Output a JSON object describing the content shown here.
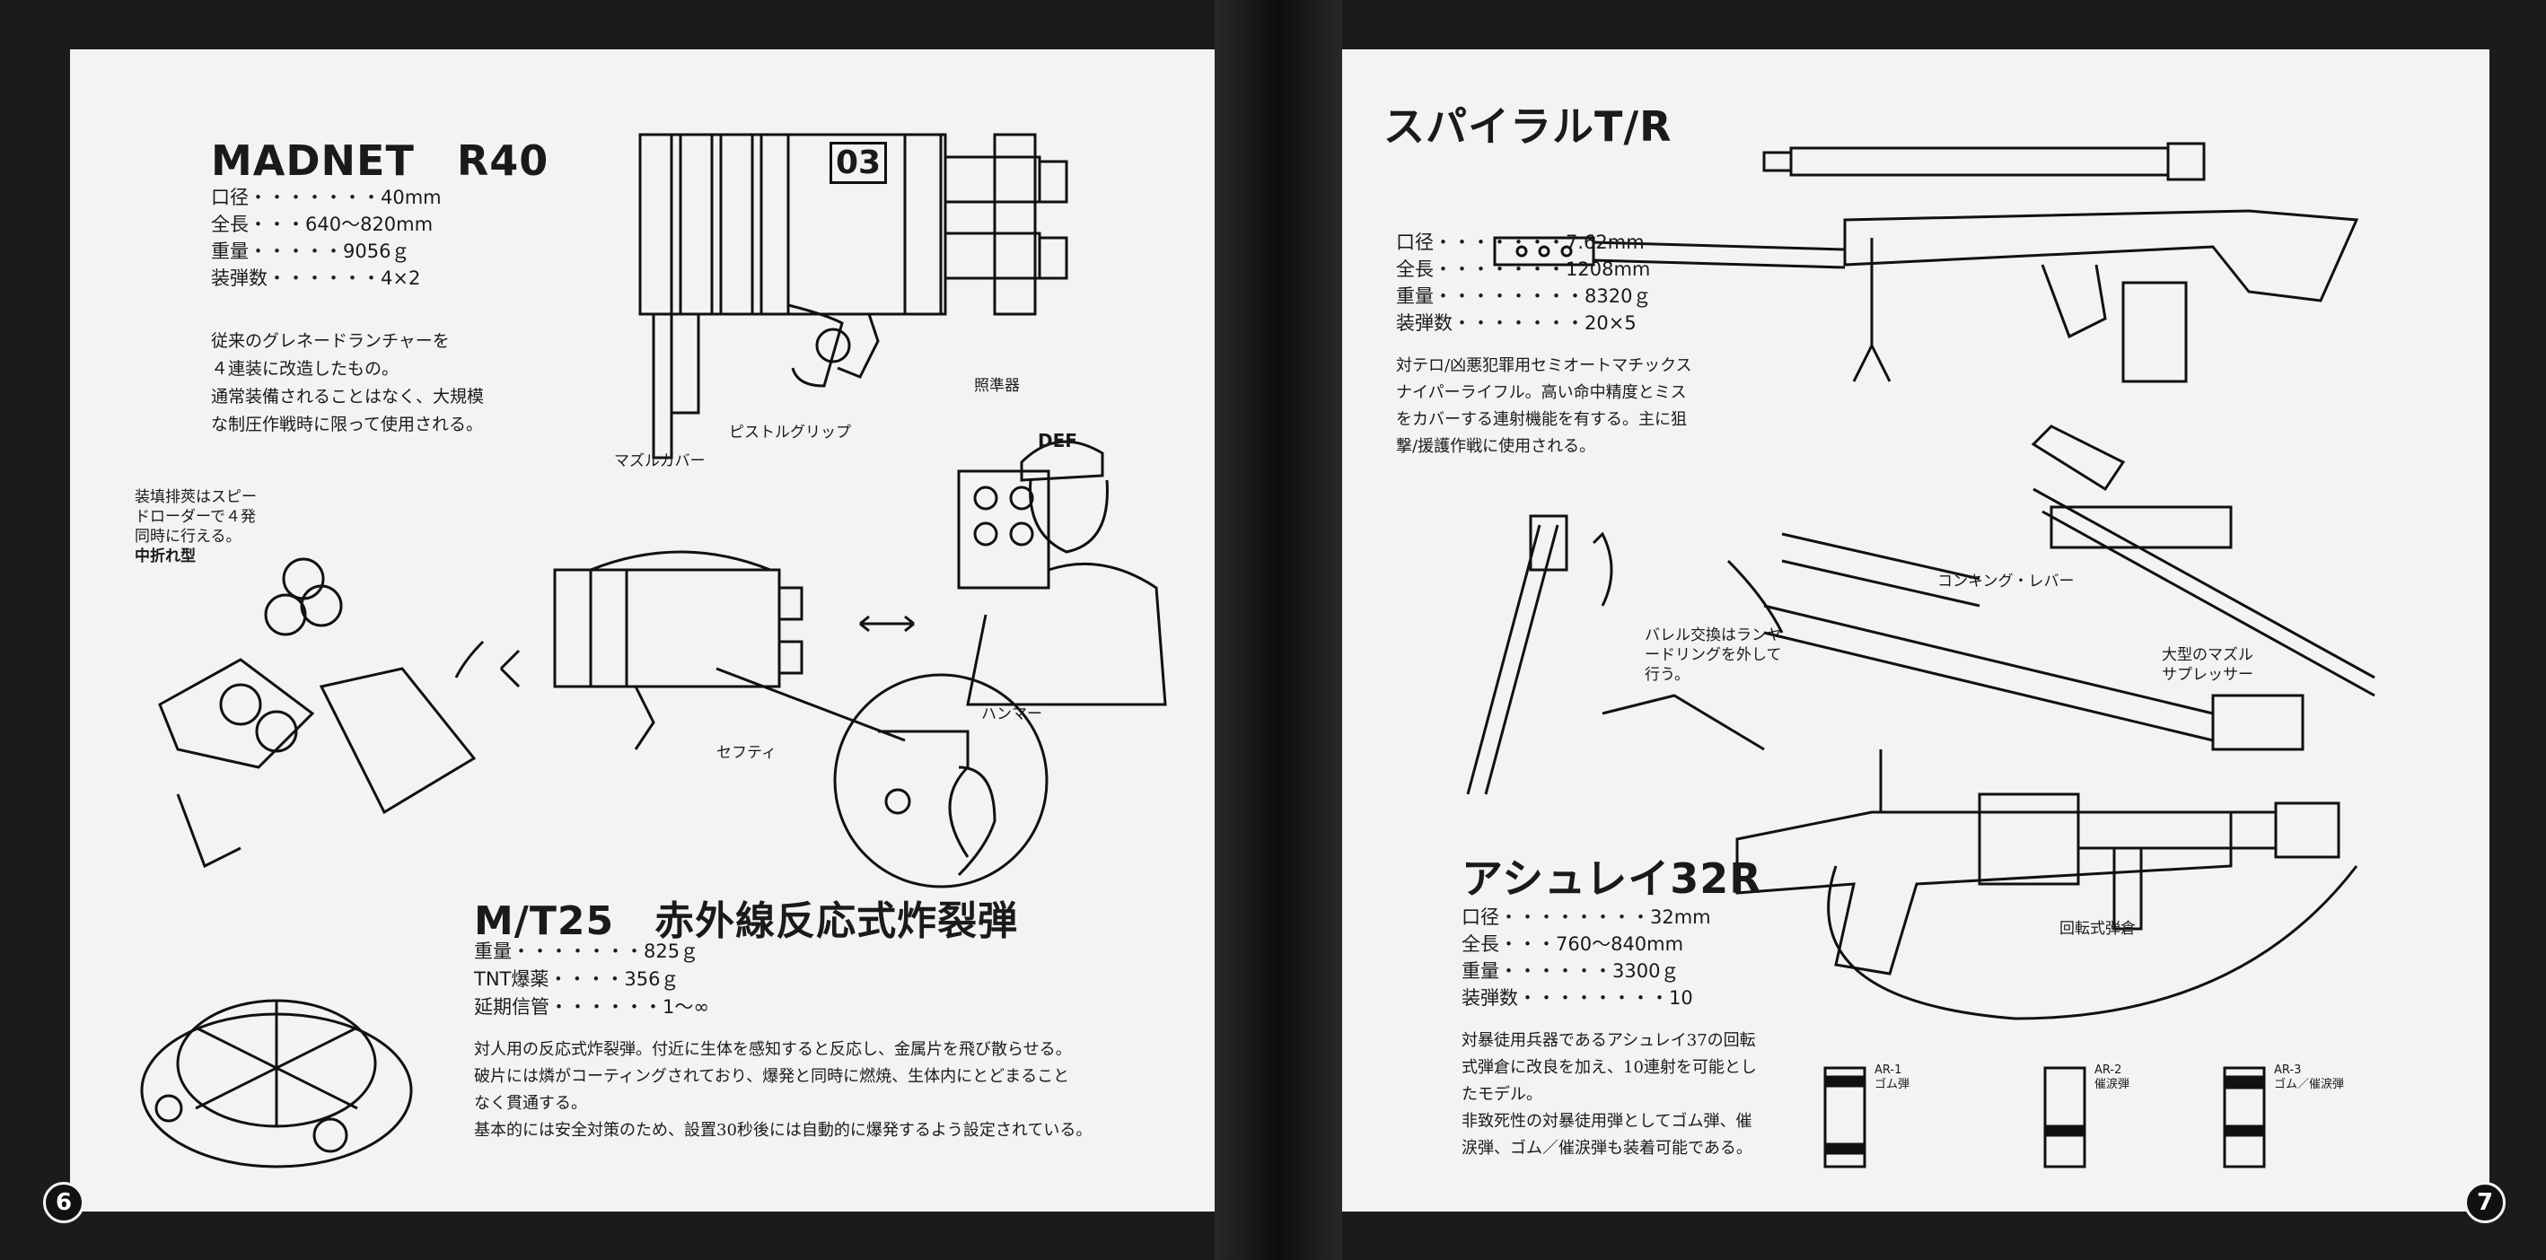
{
  "left_page": {
    "page_number": "6",
    "madnet": {
      "title": "MADNET　R40",
      "specs": [
        "口径・・・・・・・40mm",
        "全長・・・640〜820mm",
        "重量・・・・・9056ｇ",
        "装弾数・・・・・・4×2"
      ],
      "description": [
        "従来のグレネードランチャーを",
        "４連装に改造したもの。",
        "通常装備されることはなく、大規模",
        "な制圧作戦時に限って使用される。"
      ],
      "labels": {
        "muzzle_cover": "マズルカバー",
        "pistol_grip": "ピストルグリップ",
        "sight": "照準器",
        "hammer": "ハンマー",
        "safety": "セフティ",
        "marking": "03",
        "cap": "DEF"
      },
      "reload_note": [
        "装填排莢はスピー",
        "ドローダーで４発",
        "同時に行える。"
      ],
      "break_type": "中折れ型"
    },
    "mt25": {
      "title": "M/T25　赤外線反応式炸裂弾",
      "specs": [
        "重量・・・・・・・825ｇ",
        "TNT爆薬・・・・356ｇ",
        "延期信管・・・・・・1〜∞"
      ],
      "description": [
        "対人用の反応式炸裂弾。付近に生体を感知すると反応し、金属片を飛び散らせる。",
        "破片には燐がコーティングされており、爆発と同時に燃焼、生体内にとどまること",
        "なく貫通する。",
        "基本的には安全対策のため、設置30秒後には自動的に爆発するよう設定されている。"
      ]
    }
  },
  "right_page": {
    "page_number": "7",
    "spiral": {
      "title": "スパイラルT/R",
      "specs": [
        "口径・・・・・・・7.62mm",
        "全長・・・・・・・1208mm",
        "重量・・・・・・・・8320ｇ",
        "装弾数・・・・・・・20×5"
      ],
      "description": [
        "対テロ/凶悪犯罪用セミオートマチックス",
        "ナイパーライフル。高い命中精度とミス",
        "をカバーする連射機能を有する。主に狙",
        "撃/援護作戦に使用される。"
      ],
      "labels": {
        "cocking_lever": "コンキング・レバー",
        "barrel_change": [
          "バレル交換はランヤ",
          "ードリングを外して",
          "行う。"
        ],
        "suppressor": [
          "大型のマズル",
          "サプレッサー"
        ]
      }
    },
    "ashley": {
      "title": "アシュレイ32R",
      "specs": [
        "口径・・・・・・・・32mm",
        "全長・・・760〜840mm",
        "重量・・・・・・3300ｇ",
        "装弾数・・・・・・・・10"
      ],
      "description": [
        "対暴徒用兵器であるアシュレイ37の回転",
        "式弾倉に改良を加え、10連射を可能とし",
        "たモデル。",
        "非致死性の対暴徒用弾としてゴム弾、催",
        "涙弾、ゴム／催涙弾も装着可能である。"
      ],
      "labels": {
        "cylinder": "回転式弾倉"
      },
      "rounds": [
        {
          "code": "AR-1",
          "type": "ゴム弾"
        },
        {
          "code": "AR-2",
          "type": "催涙弾"
        },
        {
          "code": "AR-3",
          "type": "ゴム／催涙弾"
        }
      ]
    }
  }
}
